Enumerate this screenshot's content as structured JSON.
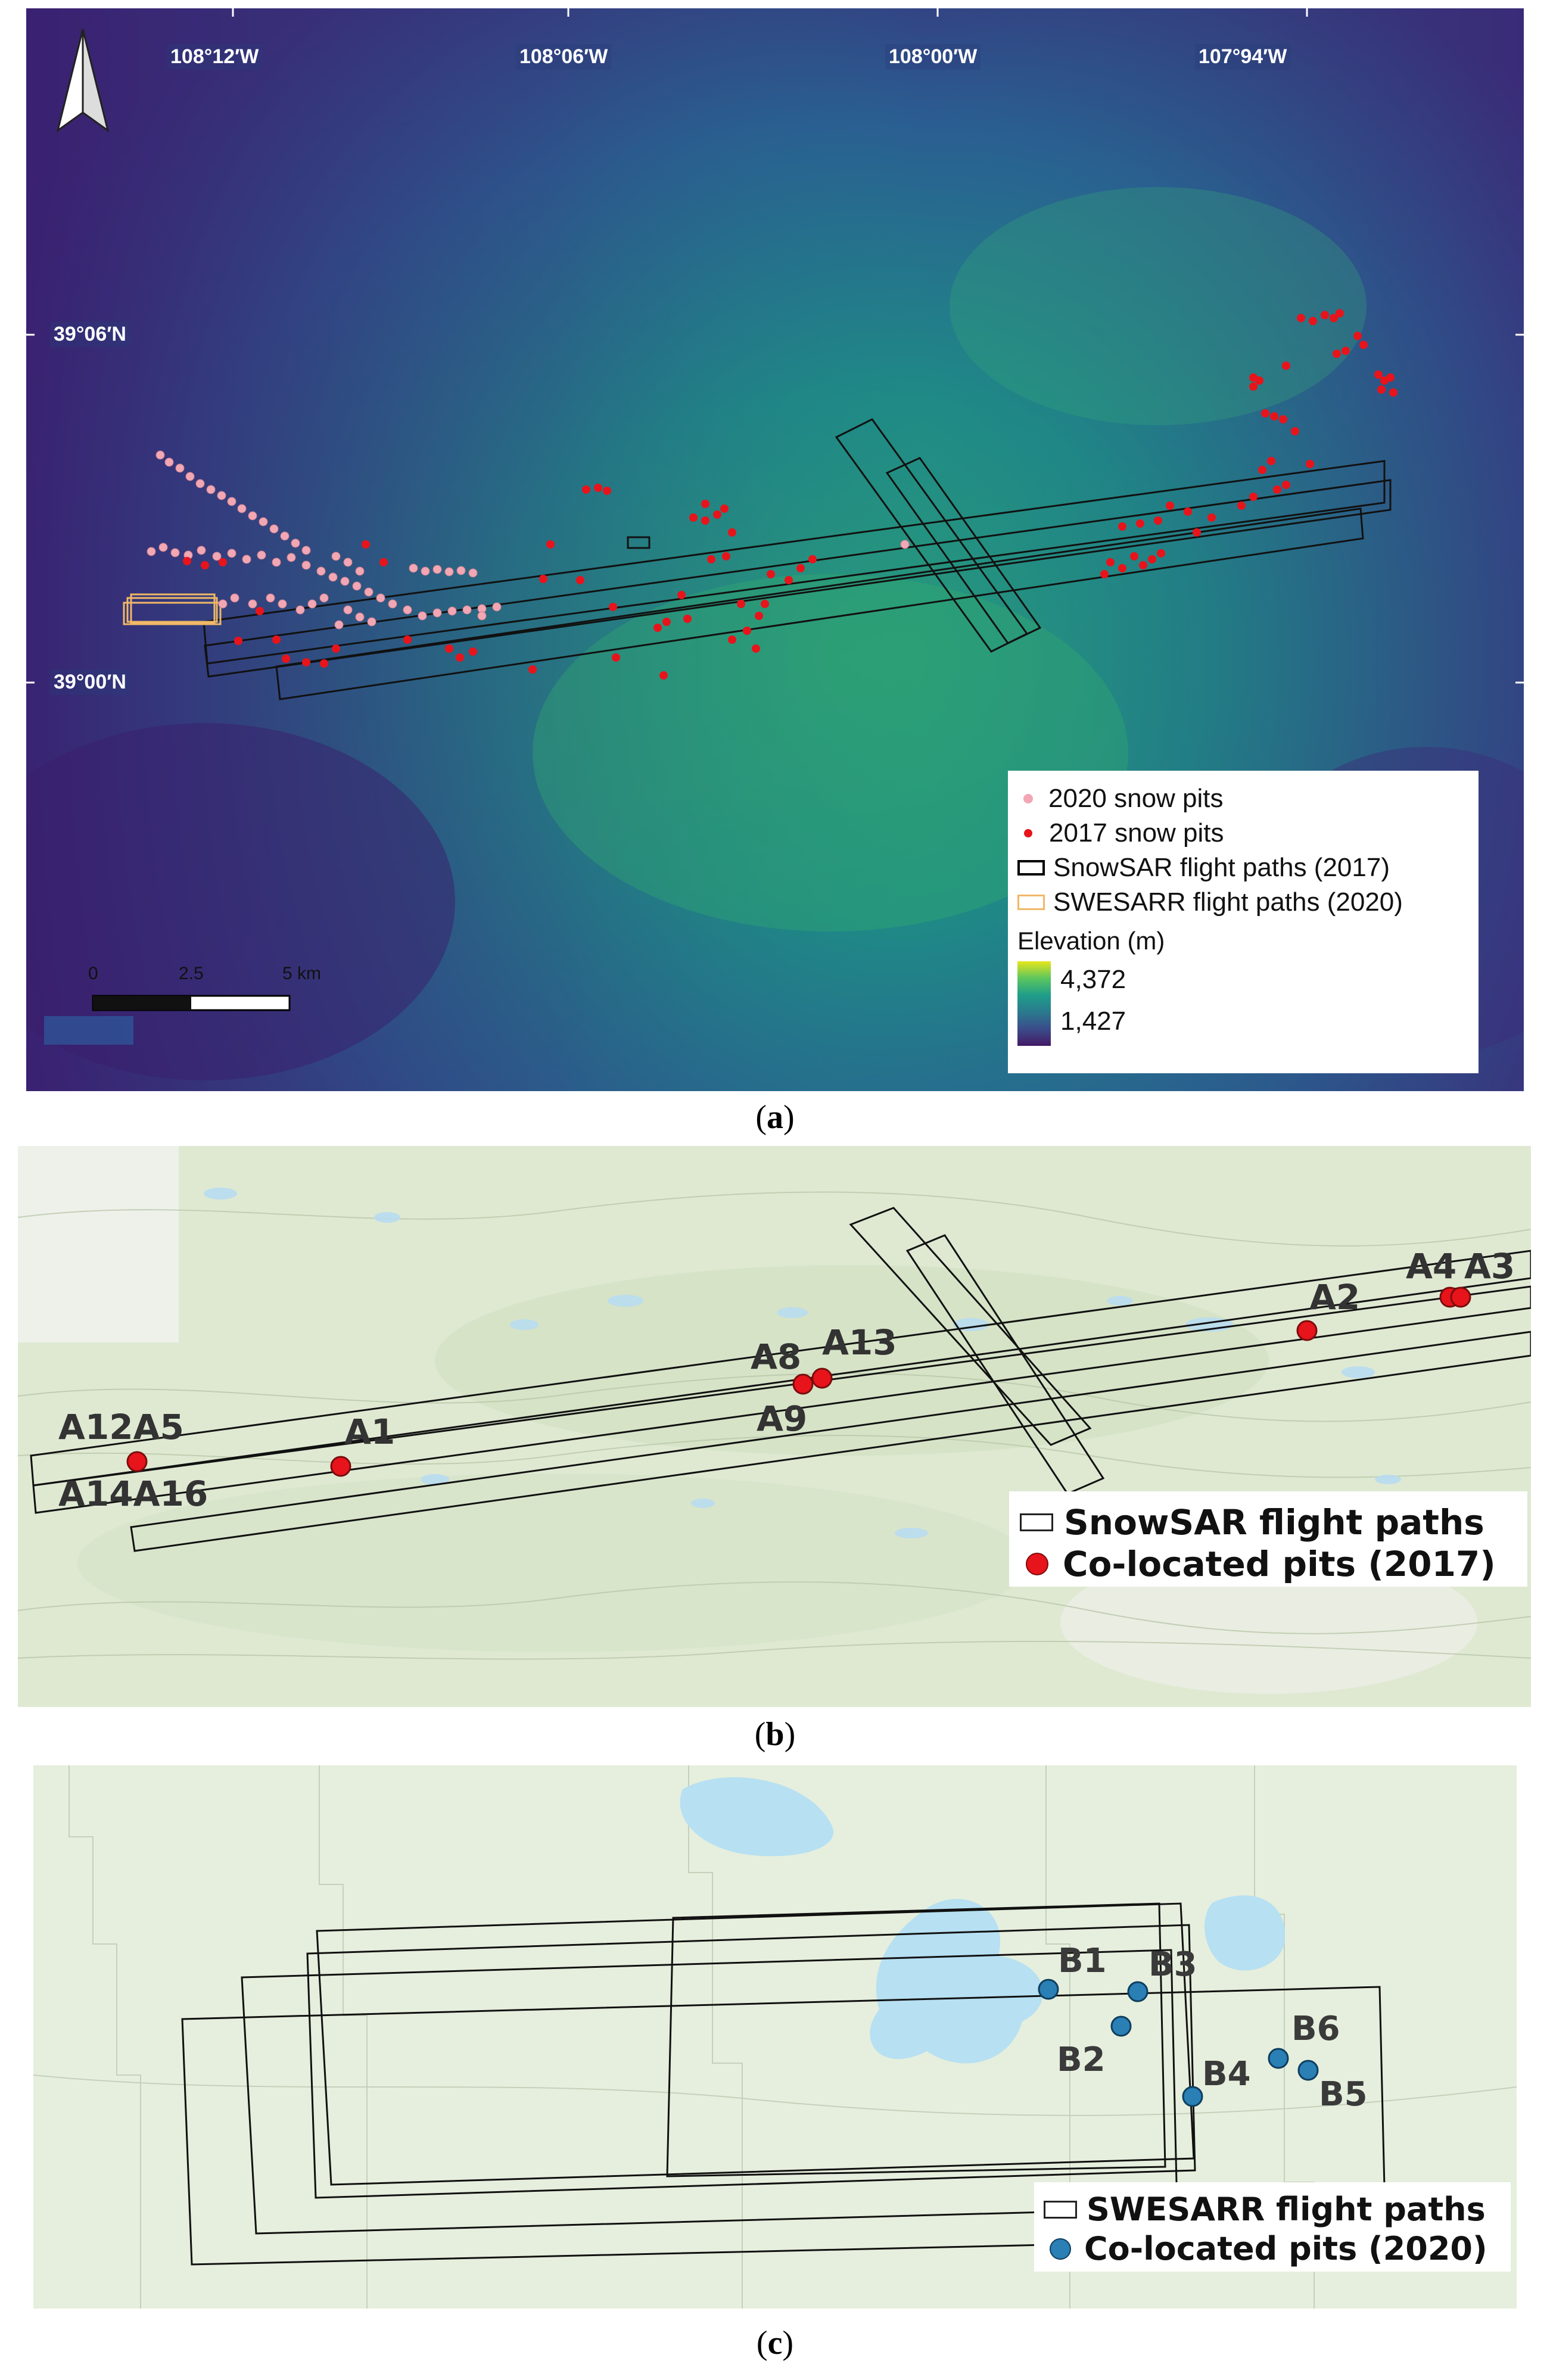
{
  "panel_a": {
    "caption": "a",
    "lon_labels": [
      "108°12′W",
      "108°06′W",
      "108°00′W",
      "107°94′W"
    ],
    "lat_labels": [
      "39°06′N",
      "39°00′N"
    ],
    "north_arrow": "north-arrow-icon",
    "scalebar": {
      "labels": [
        "0",
        "2.5",
        "5 km"
      ]
    },
    "legend": {
      "items": [
        {
          "label": "2020 snow pits",
          "color": "#f2a7b4"
        },
        {
          "label": "2017 snow pits",
          "color": "#e8141b"
        },
        {
          "label": "SnowSAR flight paths (2017)",
          "color": "#000000"
        },
        {
          "label": "SWESARR flight paths (2020)",
          "color": "#f0b867"
        }
      ],
      "elevation_title": "Elevation (m)",
      "elevation_max": "4,372",
      "elevation_min": "1,427"
    },
    "colors": {
      "low": "#3b1f6e",
      "mid": "#1e7b8c",
      "high": "#2fae6e"
    }
  },
  "panel_b": {
    "caption": "b",
    "pits": [
      "A12A5",
      "A14A16",
      "A1",
      "A8",
      "A13",
      "A9",
      "A2",
      "A4",
      "A3"
    ],
    "legend": [
      {
        "label": "SnowSAR flight paths",
        "type": "box"
      },
      {
        "label": "Co-located pits (2017)",
        "type": "red-dot",
        "color": "#e8141b"
      }
    ]
  },
  "panel_c": {
    "caption": "c",
    "pits": [
      "B1",
      "B3",
      "B2",
      "B4",
      "B6",
      "B5"
    ],
    "legend": [
      {
        "label": "SWESARR flight paths",
        "type": "box"
      },
      {
        "label": "Co-located pits (2020)",
        "type": "blue-dot",
        "color": "#2a7fb5"
      }
    ]
  }
}
